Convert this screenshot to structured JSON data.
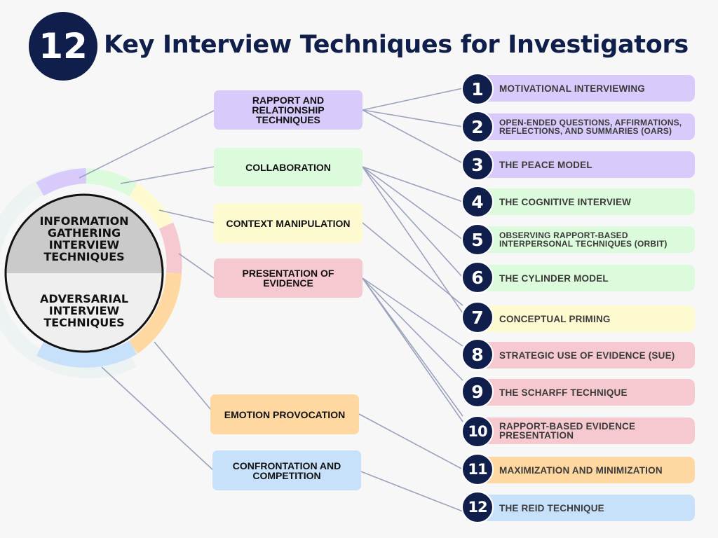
{
  "title": {
    "number": "12",
    "text": "Key Interview Techniques for Investigators"
  },
  "hub": {
    "top": "INFORMATION GATHERING INTERVIEW TECHNIQUES",
    "bottom": "ADVERSARIAL INTERVIEW TECHNIQUES"
  },
  "colors": {
    "navy": "#0f1e4a",
    "purple": "#d8cbfb",
    "green": "#dcfadc",
    "yellow": "#fefad0",
    "pink": "#f5c9cf",
    "orange": "#fed8a0",
    "blue": "#c8e1fb",
    "line": "#9aa3bd"
  },
  "categories": [
    {
      "label": "RAPPORT AND RELATIONSHIP TECHNIQUES",
      "color": "purple"
    },
    {
      "label": "COLLABORATION",
      "color": "green"
    },
    {
      "label": "CONTEXT MANIPULATION",
      "color": "yellow"
    },
    {
      "label": "PRESENTATION OF EVIDENCE",
      "color": "pink"
    },
    {
      "label": "EMOTION PROVOCATION",
      "color": "orange"
    },
    {
      "label": "CONFRONTATION AND COMPETITION",
      "color": "blue"
    }
  ],
  "techniques": [
    {
      "num": "1",
      "label": "MOTIVATIONAL INTERVIEWING",
      "color": "purple"
    },
    {
      "num": "2",
      "label": "OPEN-ENDED QUESTIONS, AFFIRMATIONS, REFLECTIONS, AND SUMMARIES (OARS)",
      "color": "purple"
    },
    {
      "num": "3",
      "label": "THE PEACE MODEL",
      "color": "purple"
    },
    {
      "num": "4",
      "label": "THE COGNITIVE INTERVIEW",
      "color": "green"
    },
    {
      "num": "5",
      "label": "OBSERVING RAPPORT-BASED INTERPERSONAL TECHNIQUES (ORBIT)",
      "color": "green"
    },
    {
      "num": "6",
      "label": "THE CYLINDER MODEL",
      "color": "green"
    },
    {
      "num": "7",
      "label": "CONCEPTUAL PRIMING",
      "color": "yellow"
    },
    {
      "num": "8",
      "label": "STRATEGIC USE OF EVIDENCE (SUE)",
      "color": "pink"
    },
    {
      "num": "9",
      "label": "THE SCHARFF TECHNIQUE",
      "color": "pink"
    },
    {
      "num": "10",
      "label": "RAPPORT-BASED EVIDENCE PRESENTATION",
      "color": "pink"
    },
    {
      "num": "11",
      "label": "MAXIMIZATION AND MINIMIZATION",
      "color": "orange"
    },
    {
      "num": "12",
      "label": "THE REID TECHNIQUE",
      "color": "blue"
    }
  ]
}
